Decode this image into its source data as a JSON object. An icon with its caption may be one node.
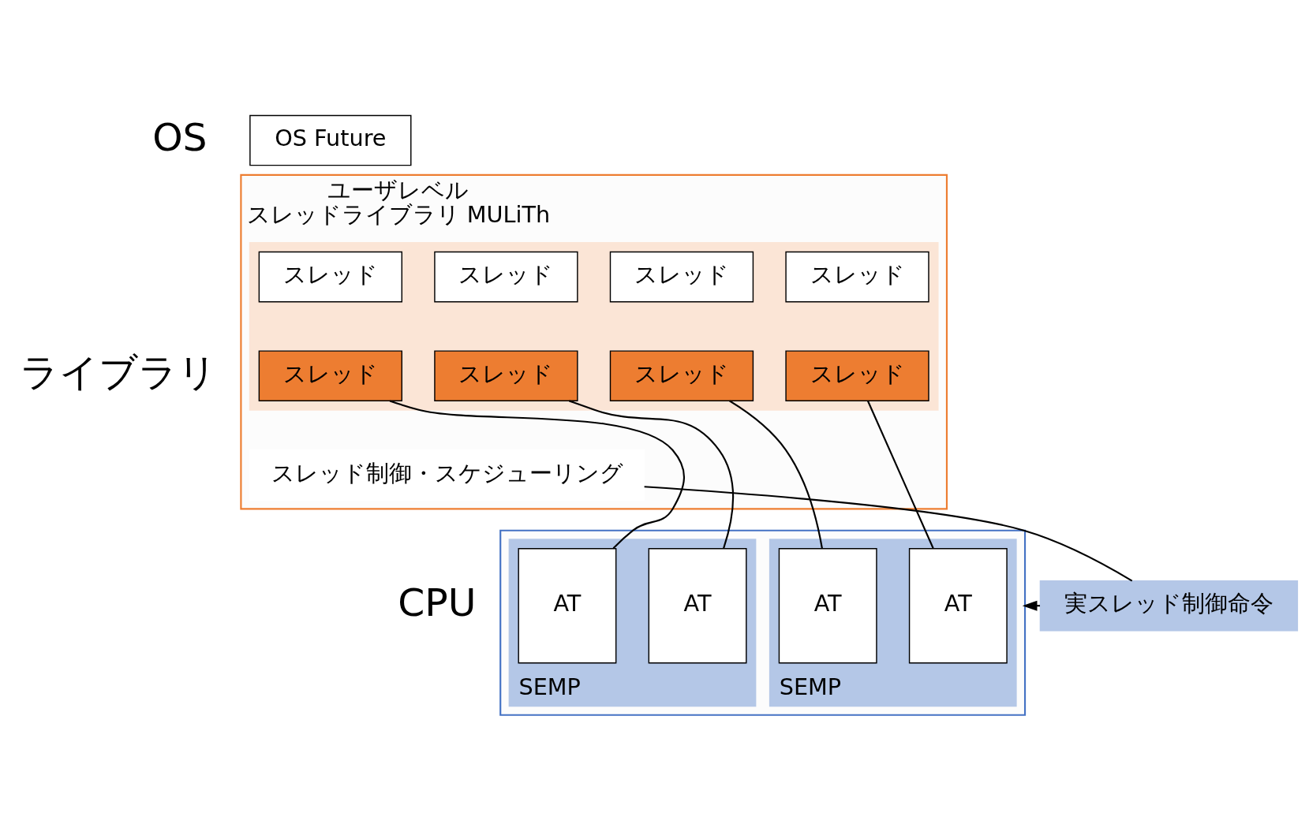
{
  "diagram": {
    "nodes": [
      {
        "text": [
          "OS Future"
        ]
      },
      {
        "text": [
          "ユーザレベル",
          "スレッドライブラリ MULiTh"
        ]
      },
      {
        "text": [],
        "shape": "box",
        "in": 1
      },
      {
        "text": [
          "スレッド"
        ],
        "in": 2
      },
      {
        "text": [
          "スレッド"
        ],
        "in": 2
      },
      {
        "text": [
          "スレッド"
        ],
        "in": 2
      },
      {
        "text": [
          "スレッド"
        ],
        "in": 2
      },
      {
        "text": [
          "スレッド"
        ],
        "in": 2
      },
      {
        "text": [
          "スレッド"
        ],
        "in": 2
      },
      {
        "text": [
          "スレッド"
        ],
        "in": 2
      },
      {
        "text": [
          "スレッド"
        ],
        "in": 2
      },
      {
        "text": [
          "スレッド制御・スケジューリング"
        ],
        "in": 1
      },
      {
        "text": [],
        "shape": "box"
      },
      {
        "text": [
          "SEMP"
        ],
        "in": 12
      },
      {
        "text": [
          "AT"
        ],
        "in": 13
      },
      {
        "text": [
          "AT"
        ],
        "in": 13
      },
      {
        "text": [
          "SEMP"
        ],
        "in": 12
      },
      {
        "text": [
          "AT"
        ],
        "in": 16
      },
      {
        "text": [
          "AT"
        ],
        "in": 16
      },
      {
        "text": [
          "実スレッド制御命令"
        ]
      }
    ],
    "edges": [
      {
        "from": 7,
        "to": 14,
        "arrow": "none"
      },
      {
        "from": 8,
        "to": 15,
        "arrow": "none"
      },
      {
        "from": 9,
        "to": 17,
        "arrow": "none"
      },
      {
        "from": 10,
        "to": 18,
        "arrow": "none"
      },
      {
        "from": 19,
        "to": 11,
        "arrow": "none"
      },
      {
        "from": 19,
        "to": 12,
        "arrow": "to"
      }
    ],
    "labels": [
      "OS",
      "ライブラリ",
      "CPU"
    ]
  }
}
